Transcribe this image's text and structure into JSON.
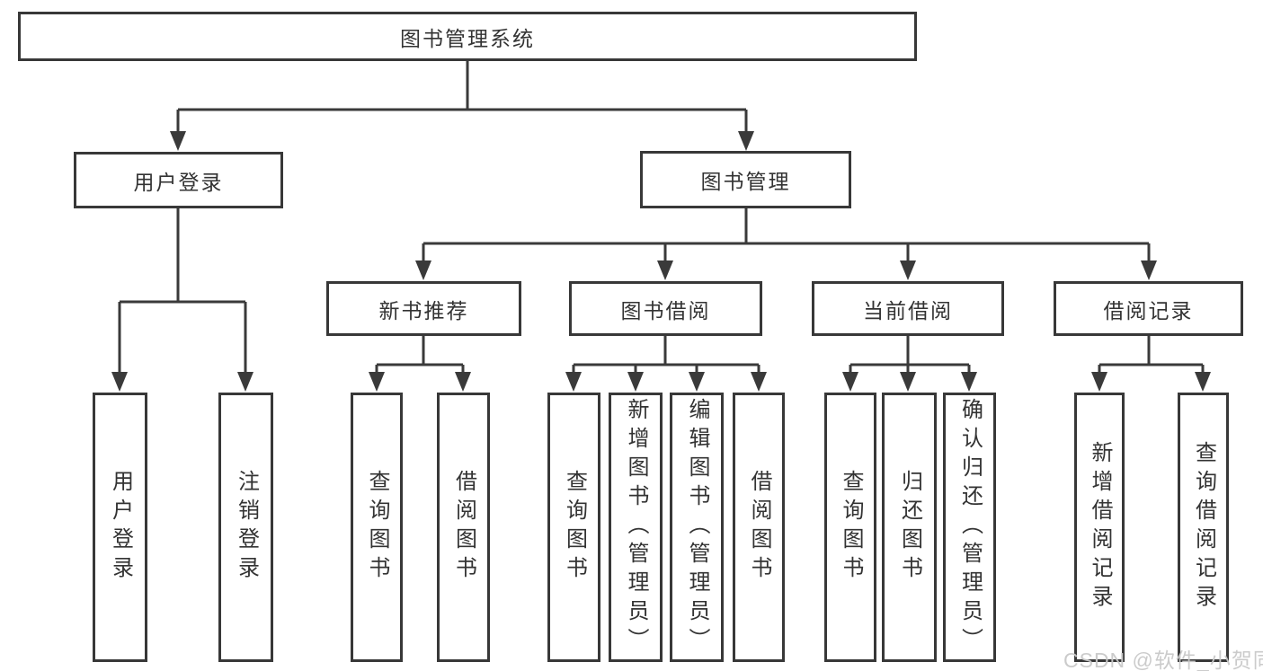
{
  "diagram": {
    "title": "图书管理系统",
    "hierarchy": [
      {
        "label": "图书管理系统",
        "children": [
          {
            "label": "用户登录",
            "children": [
              {
                "label": "用户登录"
              },
              {
                "label": "注销登录"
              }
            ]
          },
          {
            "label": "图书管理",
            "children": [
              {
                "label": "新书推荐",
                "children": [
                  {
                    "label": "查询图书"
                  },
                  {
                    "label": "借阅图书"
                  }
                ]
              },
              {
                "label": "图书借阅",
                "children": [
                  {
                    "label": "查询图书"
                  },
                  {
                    "label": "新增图书（管理员）"
                  },
                  {
                    "label": "编辑图书（管理员）"
                  },
                  {
                    "label": "借阅图书"
                  }
                ]
              },
              {
                "label": "当前借阅",
                "children": [
                  {
                    "label": "查询图书"
                  },
                  {
                    "label": "归还图书"
                  },
                  {
                    "label": "确认归还（管理员）"
                  }
                ]
              },
              {
                "label": "借阅记录",
                "children": [
                  {
                    "label": "新增借阅记录"
                  },
                  {
                    "label": "查询借阅记录"
                  }
                ]
              }
            ]
          }
        ]
      }
    ]
  },
  "watermark": {
    "text": "CSDN @软件_小贺同学"
  },
  "colors": {
    "line": "#3a3a3a",
    "border": "#383838",
    "text": "#333333",
    "background": "#ffffff",
    "watermark": "#c9c9c9"
  }
}
